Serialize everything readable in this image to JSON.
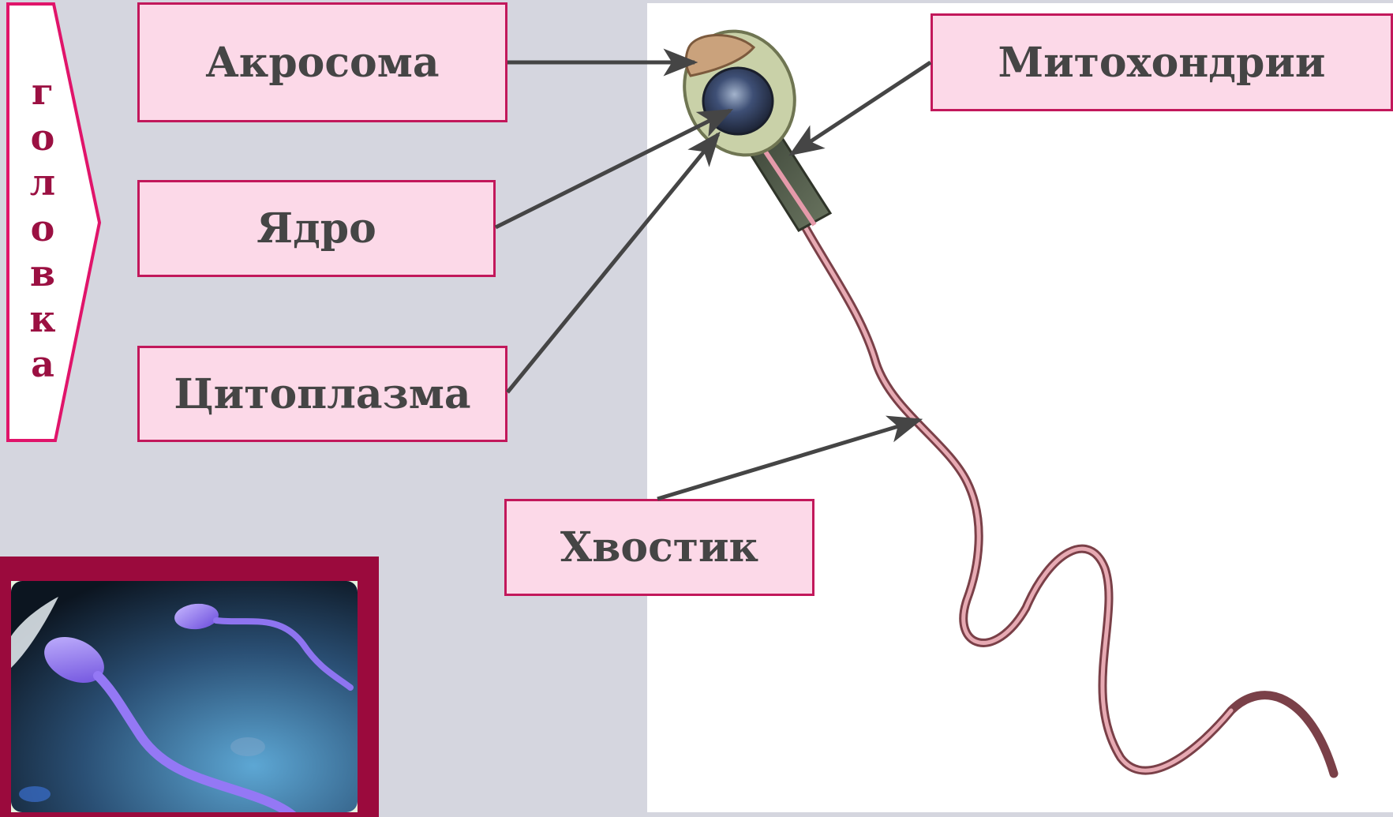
{
  "head_label": [
    "г",
    "о",
    "л",
    "о",
    "в",
    "к",
    "а"
  ],
  "labels": {
    "acrosome": "Акросома",
    "nucleus": "Ядро",
    "cytoplasm": "Цитоплазма",
    "mitochondria": "Митохондрии",
    "tail": "Хвостик"
  },
  "colors": {
    "background": "#d5d6df",
    "box_fill": "#fcd9e8",
    "box_border": "#c2185b",
    "label_text": "#454545",
    "head_text": "#9b1042",
    "frame": "#9b0a3d",
    "tail_pink": "#d98f99"
  }
}
